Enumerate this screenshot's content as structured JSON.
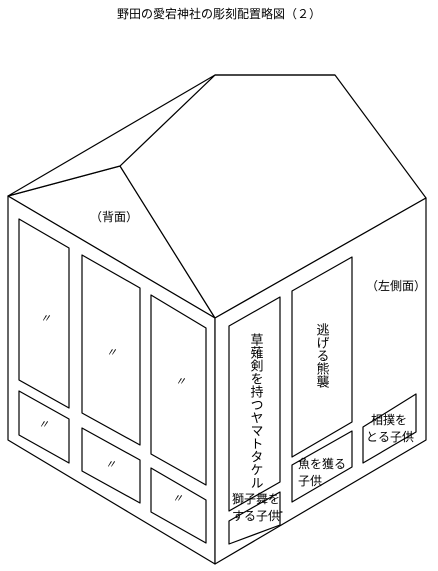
{
  "title": "野田の愛宕神社の彫刻配置略図（２）",
  "labels": {
    "back": "（背面）",
    "left_side": "（左側面）"
  },
  "ditto_mark": "〃",
  "carvings": {
    "tall_1": "草薙剣を持つヤマトタケル",
    "tall_2": "逃げる熊襲",
    "small_1_line1": "獅子舞を",
    "small_1_line2": "する子供",
    "small_2_line1": "魚を獲る",
    "small_2_line2": "子供",
    "small_3_line1": "相撲を",
    "small_3_line2": "とる子供"
  }
}
